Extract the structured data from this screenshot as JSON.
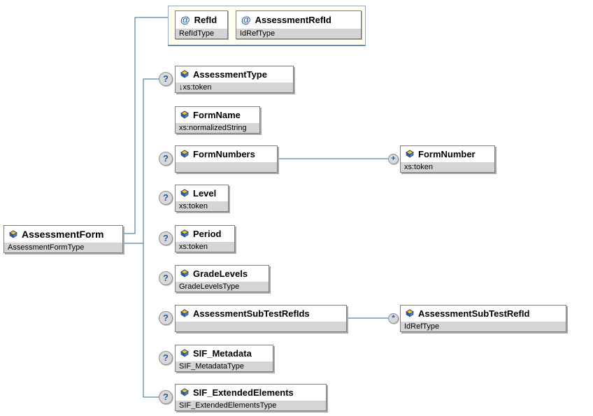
{
  "diagram": {
    "root": {
      "name": "AssessmentForm",
      "type": "AssessmentFormType"
    },
    "attribute_group": {
      "attributes": [
        {
          "marker": "@",
          "name": "RefId",
          "type": "RefIdType"
        },
        {
          "marker": "@",
          "name": "AssessmentRefId",
          "type": "IdRefType"
        }
      ]
    },
    "children": [
      {
        "name": "AssessmentType",
        "type": "↓xs:token",
        "occurrence": "?"
      },
      {
        "name": "FormName",
        "type": "xs:normalizedString",
        "occurrence": ""
      },
      {
        "name": "FormNumbers",
        "type": "",
        "occurrence": "?",
        "child": {
          "name": "FormNumber",
          "type": "xs:token",
          "occurrence": "+"
        }
      },
      {
        "name": "Level",
        "type": "xs:token",
        "occurrence": "?"
      },
      {
        "name": "Period",
        "type": "xs:token",
        "occurrence": "?"
      },
      {
        "name": "GradeLevels",
        "type": "GradeLevelsType",
        "occurrence": "?"
      },
      {
        "name": "AssessmentSubTestRefIds",
        "type": "",
        "occurrence": "?",
        "child": {
          "name": "AssessmentSubTestRefId",
          "type": "IdRefType",
          "occurrence": "*"
        }
      },
      {
        "name": "SIF_Metadata",
        "type": "SIF_MetadataType",
        "occurrence": "?"
      },
      {
        "name": "SIF_ExtendedElements",
        "type": "SIF_ExtendedElementsType",
        "occurrence": "?"
      }
    ],
    "colors": {
      "connector": "#36648b",
      "node_border": "#7f7f7f",
      "node_shadow": "#a8a8a8",
      "type_strip_bg": "#d5d5d5",
      "occurrence_color": "#2a5c9c",
      "attribute_marker_color": "#2a5c9c",
      "attr_group_bg": "#fffff0",
      "attr_group_border": "#97a9bc",
      "icon_yellow": "#f2c327",
      "icon_blue": "#2d5da8",
      "icon_dark_blue": "#1d3f77"
    }
  }
}
